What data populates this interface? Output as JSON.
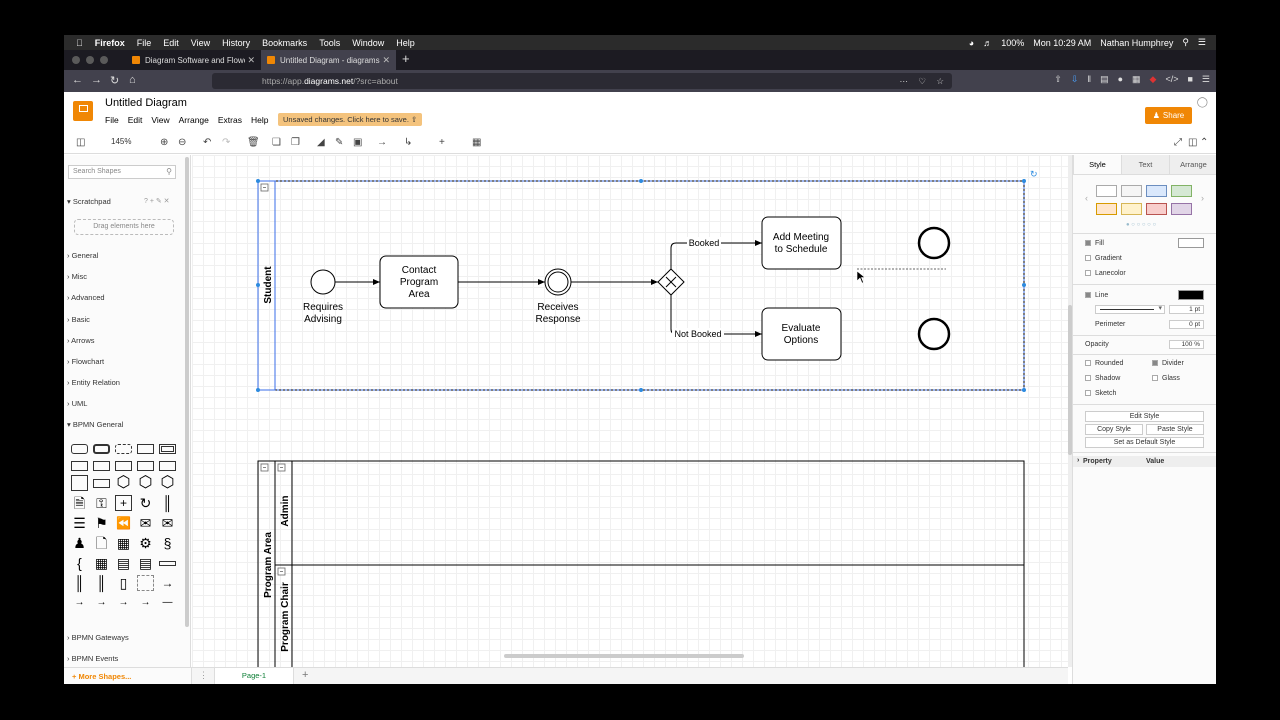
{
  "macbar": {
    "app": "Firefox",
    "menus": [
      "File",
      "Edit",
      "View",
      "History",
      "Bookmarks",
      "Tools",
      "Window",
      "Help"
    ],
    "battery": "100%",
    "clock": "Mon 10:29 AM",
    "user": "Nathan Humphrey"
  },
  "tabs": [
    {
      "label": "Diagram Software and Flowcha"
    },
    {
      "label": "Untitled Diagram - diagrams.ne"
    }
  ],
  "urlbar": {
    "prefix": "https://app.",
    "domain": "diagrams.net",
    "suffix": "/?src=about"
  },
  "app": {
    "title": "Untitled Diagram",
    "menus": [
      "File",
      "Edit",
      "View",
      "Arrange",
      "Extras",
      "Help"
    ],
    "unsaved": "Unsaved changes. Click here to save.",
    "share": "Share"
  },
  "toolbar": {
    "zoom": "145%"
  },
  "sidebar": {
    "search_placeholder": "Search Shapes",
    "scratchpad": "Scratchpad",
    "drag_hint": "Drag elements here",
    "sections": [
      "General",
      "Misc",
      "Advanced",
      "Basic",
      "Arrows",
      "Flowchart",
      "Entity Relation",
      "UML",
      "BPMN General"
    ],
    "bottom_sections": [
      "BPMN Gateways",
      "BPMN Events"
    ],
    "more_shapes": "+ More Shapes..."
  },
  "diagram": {
    "pool1_label": "Student",
    "pool2_label": "Program Area",
    "lane1_label": "Admin",
    "lane2_label": "Program Chair",
    "start_label_1": "Requires",
    "start_label_2": "Advising",
    "task1_1": "Contact",
    "task1_2": "Program",
    "task1_3": "Area",
    "intermediate_label": "Receives",
    "intermediate_label_2": "Response",
    "booked": "Booked",
    "not_booked": "Not Booked",
    "task2_1": "Add Meeting",
    "task2_2": "to Schedule",
    "task3_1": "Evaluate",
    "task3_2": "Options"
  },
  "right_panel": {
    "tabs": [
      "Style",
      "Text",
      "Arrange"
    ],
    "fill": "Fill",
    "gradient": "Gradient",
    "lanecolor": "Lanecolor",
    "line": "Line",
    "line_width": "1 pt",
    "perimeter": "Perimeter",
    "perimeter_val": "0 pt",
    "opacity": "Opacity",
    "opacity_val": "100 %",
    "rounded": "Rounded",
    "divider": "Divider",
    "shadow": "Shadow",
    "glass": "Glass",
    "sketch": "Sketch",
    "edit_style": "Edit Style",
    "copy_style": "Copy Style",
    "paste_style": "Paste Style",
    "default_style": "Set as Default Style",
    "property": "Property",
    "value": "Value",
    "swatch_colors": [
      "#ffffff",
      "#f5f5f5",
      "#dae8fc",
      "#d5e8d4",
      "#ffe6cc",
      "#fff2cc",
      "#f8cecc",
      "#e1d5e7"
    ]
  },
  "footer": {
    "page": "Page-1"
  }
}
